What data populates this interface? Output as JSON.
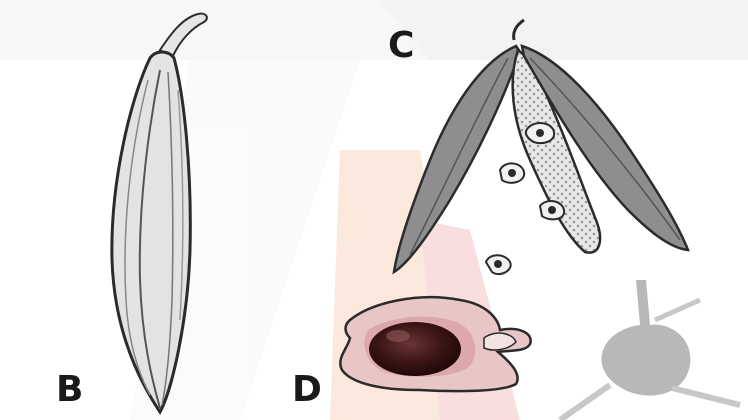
{
  "labels": {
    "b": "B",
    "c": "C",
    "d": "D"
  },
  "colors": {
    "outline": "#2b2b2b",
    "pod_fill": "#dcdcdc",
    "pod_dark": "#8a8a8a",
    "seed": "#3a1414",
    "stain": "#d8a0a4",
    "watermark_orange": "#f6c9a9",
    "watermark_red": "#efb0b0",
    "watermark_gray": "#bdbdbd"
  },
  "icons": {
    "watermark": "logo-watermark-icon"
  }
}
